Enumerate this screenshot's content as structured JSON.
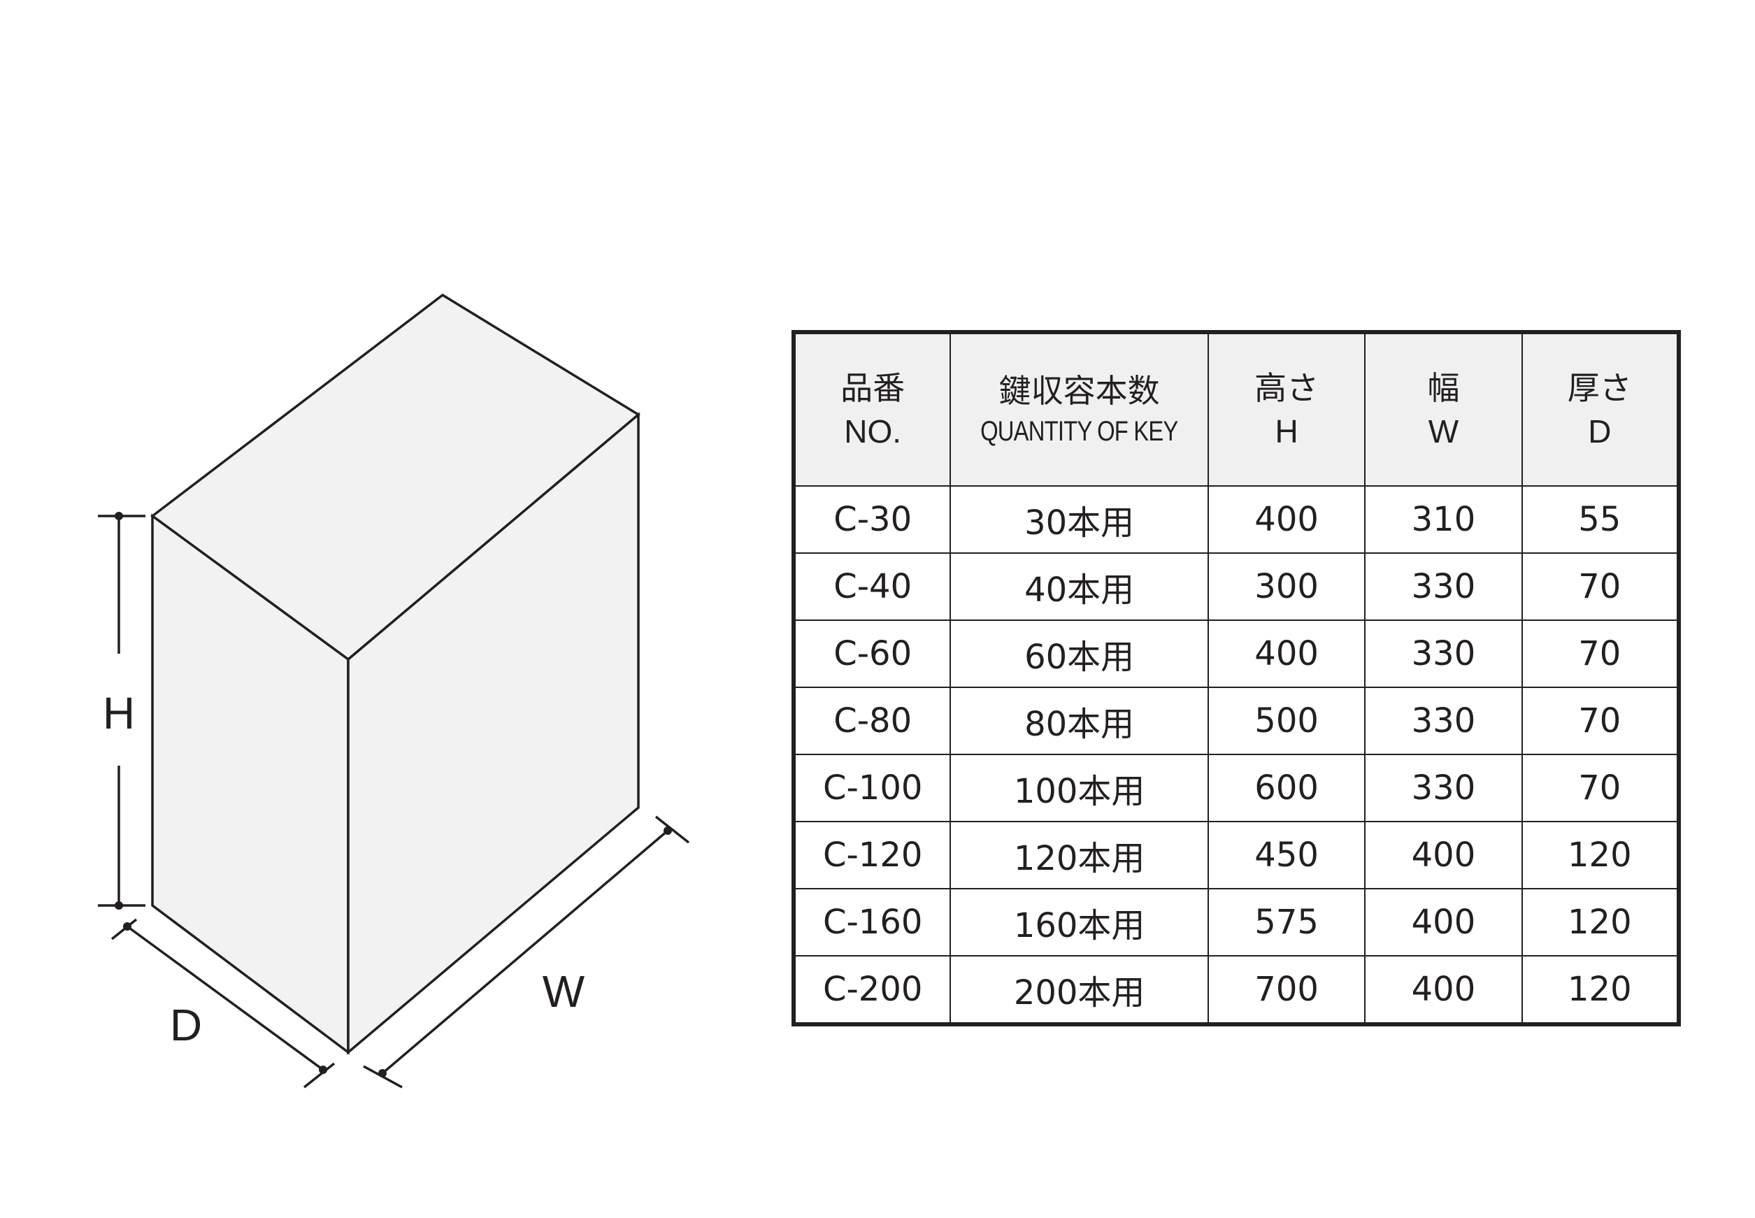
{
  "diagram": {
    "labels": {
      "height": "H",
      "width": "W",
      "depth": "D"
    },
    "colors": {
      "box_face": "#f2f2f2",
      "stroke": "#231f20",
      "header_bg": "#f0f0f0"
    }
  },
  "table": {
    "headers": [
      {
        "jp": "品番",
        "en": "NO."
      },
      {
        "jp": "鍵収容本数",
        "en": "QUANTITY OF KEY"
      },
      {
        "jp": "高さ",
        "en": "H"
      },
      {
        "jp": "幅",
        "en": "W"
      },
      {
        "jp": "厚さ",
        "en": "D"
      }
    ],
    "rows": [
      [
        "C-30",
        "30本用",
        "400",
        "310",
        "55"
      ],
      [
        "C-40",
        "40本用",
        "300",
        "330",
        "70"
      ],
      [
        "C-60",
        "60本用",
        "400",
        "330",
        "70"
      ],
      [
        "C-80",
        "80本用",
        "500",
        "330",
        "70"
      ],
      [
        "C-100",
        "100本用",
        "600",
        "330",
        "70"
      ],
      [
        "C-120",
        "120本用",
        "450",
        "400",
        "120"
      ],
      [
        "C-160",
        "160本用",
        "575",
        "400",
        "120"
      ],
      [
        "C-200",
        "200本用",
        "700",
        "400",
        "120"
      ]
    ]
  }
}
